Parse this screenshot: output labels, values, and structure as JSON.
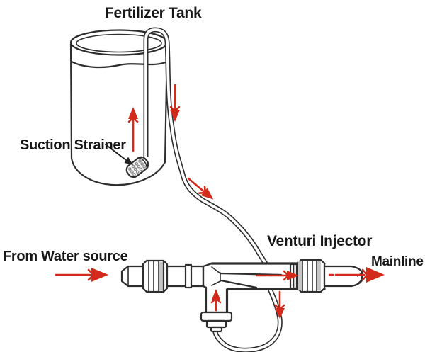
{
  "diagram": {
    "labels": {
      "tank": "Fertilizer Tank",
      "strainer": "Suction Strainer",
      "injector": "Venturi Injector",
      "water_source": "From Water source",
      "mainline": "Mainline"
    },
    "colors": {
      "line": "#2e2e2e",
      "flow_arrow": "#d32a1b",
      "pointer": "#222222",
      "shading": "#c6c6c6",
      "background": "#ffffff"
    },
    "flow_arrows": [
      {
        "icon": "up-arrow-icon",
        "location": "inside tank suction tube",
        "direction": "up"
      },
      {
        "icon": "down-arrow-icon",
        "location": "tube outside tank",
        "direction": "down"
      },
      {
        "icon": "diagonal-arrow-icon",
        "location": "tube from tank to injector",
        "direction": "down-right"
      },
      {
        "icon": "right-arrow-icon",
        "location": "water inlet",
        "direction": "right"
      },
      {
        "icon": "right-arrow-icon",
        "location": "inside venturi body",
        "direction": "right"
      },
      {
        "icon": "up-arrow-icon",
        "location": "suction port",
        "direction": "up"
      },
      {
        "icon": "down-arrow-icon",
        "location": "loop tube",
        "direction": "down"
      },
      {
        "icon": "right-arrow-icon",
        "location": "mainline outlet",
        "direction": "right"
      }
    ]
  }
}
